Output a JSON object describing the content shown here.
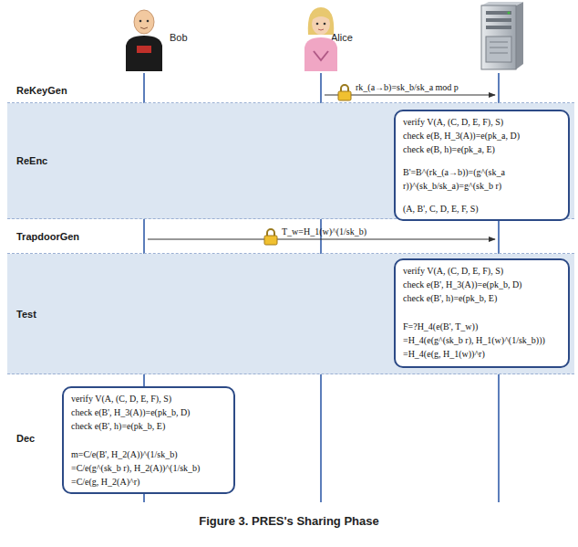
{
  "diagram": {
    "caption": "Figure 3. PRES's Sharing Phase",
    "nodes": [
      {
        "text": [
          "Bob"
        ]
      },
      {
        "text": [
          "Alice"
        ]
      },
      {
        "text": [
          "Server"
        ]
      },
      {
        "text": [
          "ReKeyGen"
        ]
      },
      {
        "text": [
          "ReEnc"
        ]
      },
      {
        "text": [
          "verify V(A, (C, D, E, F), S)",
          "check e(B, H_3(A))=e(pk_a, D)",
          "check e(B, h)=e(pk_a, E)",
          "B'=B^(rk_(a→b))=(g^(sk_a r))^(sk_b/sk_a)=g^(sk_b r)",
          "(A, B', C, D, E, F, S)"
        ],
        "in": 4
      },
      {
        "text": [
          "TrapdoorGen"
        ]
      },
      {
        "text": [
          "Test"
        ]
      },
      {
        "text": [
          "verify V(A, (C, D, E, F), S)",
          "check e(B', H_3(A))=e(pk_b, D)",
          "check e(B', h)=e(pk_b, E)",
          "F=?H_4(e(B', T_w))",
          "=H_4(e(g^(sk_b r), H_1(w)^(1/sk_b)))",
          "=H_4(e(g, H_1(w))^r)"
        ],
        "in": 7
      },
      {
        "text": [
          "Dec"
        ]
      },
      {
        "text": [
          "verify V(A, (C, D, E, F), S)",
          "check e(B', H_3(A))=e(pk_b, D)",
          "check e(B', h)=e(pk_b, E)",
          "m=C/e(B', H_2(A))^(1/sk_b)",
          "=C/e(g^(sk_b r), H_2(A))^(1/sk_b)",
          "=C/e(g, H_2(A)^r)"
        ],
        "in": 9
      }
    ],
    "edges": [
      {
        "from": 1,
        "to": 2,
        "arrow": "to",
        "label": "rk_(a→b)=sk_b/sk_a mod p"
      },
      {
        "from": 0,
        "to": 2,
        "arrow": "to",
        "label": "T_w=H_1(w)^(1/sk_b)"
      }
    ]
  }
}
